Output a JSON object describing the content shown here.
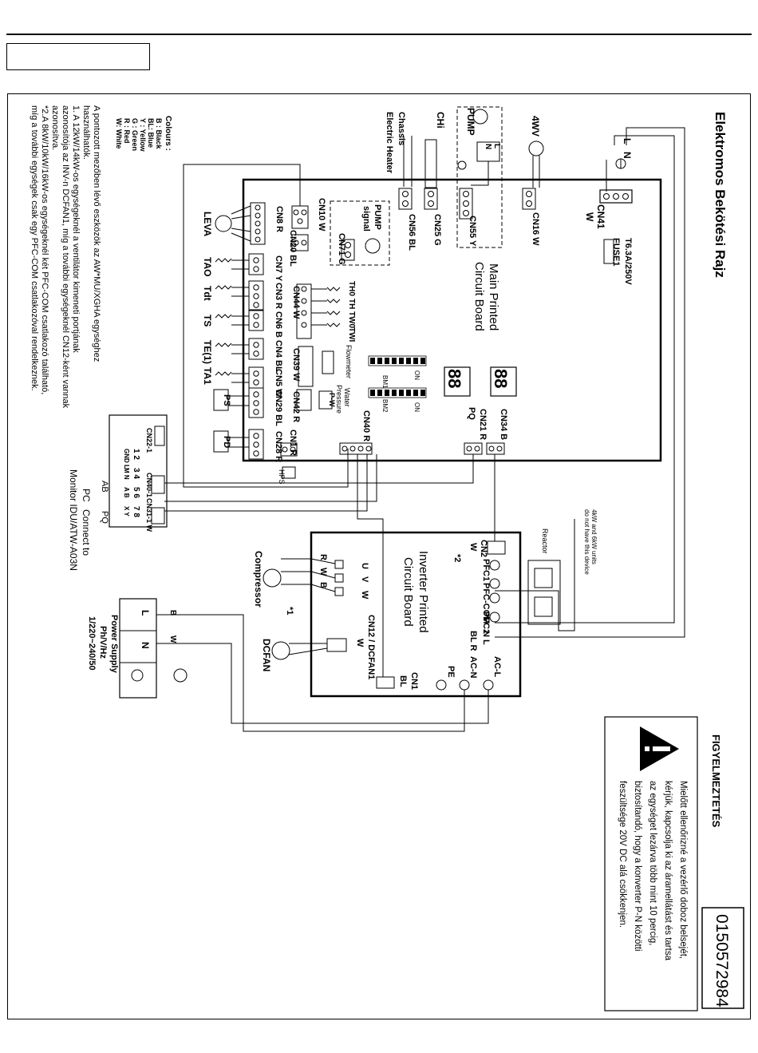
{
  "title": "Elektromos Bekötési Rajz",
  "doc_number": "0150572984",
  "warning": {
    "heading": "FIGYELMEZTETÉS",
    "lines": [
      "Mielőtt ellenőrizné a vezérlő doboz belsejét,",
      "kérjük, kapcsolja ki az áramellátást és tartsa",
      "az egységet lezárva több mint 10 percig,",
      "biztosítandó, hogy a konverter P-N közötti",
      "feszültsége 20V DC alá csökkenjen."
    ]
  },
  "colours": {
    "heading": "Colours :",
    "items": [
      "B : Black",
      "BL: Blue",
      "Y : Yellow",
      "G : Green",
      "R : Red",
      "W: White"
    ]
  },
  "notes": [
    "A pontozott mezőben lévő eszközök az AW*MU/XGHA egységhez",
    "használhatók.",
    "1. A 12kW/14kW-os egységeknél a ventilátor kimeneti portjának",
    "azonosítója az INV-n DCFAN1, míg a további egységeknél CN12-ként vannak",
    "azonosítva.",
    "*2.A 8kW/10kW/16kW-os egységeknél két PFC-COM csatlakozó található,",
    "míg a további egységek csak egy PFC-COM csatlakozóval rendelkeznek."
  ],
  "main_board": {
    "name_line1": "Main Printed",
    "name_line2": "Circuit Board",
    "fuse_rating": "T6.3A/250V",
    "fuse_name": "FUSE1",
    "cn41": "CN41",
    "cn41_color": "W",
    "connectors": {
      "cn16": "CN16 W",
      "cn55": "CN55 Y",
      "cn25": "CN25 G",
      "cn56": "CN56 BL",
      "cn10": "CN10 W",
      "cn20": "CN20 BL",
      "cn71": "CN71 G",
      "cn8": "CN8 R",
      "cn7": "CN7 Y",
      "cn3": "CN3 R",
      "cn6": "CN6 B",
      "cn4": "CN4 BL",
      "cn5": "CN5 W",
      "cn29": "CN29 BL",
      "cn28": "CN28 R",
      "cn44": "CN44 W",
      "cn39": "CN39 W",
      "cn42": "CN42 R",
      "cn1": "CN1 R",
      "cn40": "CN40 R",
      "cn21": "CN21 R",
      "cn21_sub": "PQ",
      "cn34": "CN34 B"
    },
    "bm1": "BM1",
    "bm2": "BM2",
    "on": "ON",
    "display": "88 88",
    "pump_signal_1": "PUMP",
    "pump_signal_2": "signal",
    "flowmeter": "Flowmeter",
    "water_pressure_1": "Water",
    "water_pressure_2": "Pressure",
    "pw": "P-W",
    "thermistors": [
      "TH0",
      "TH",
      "TW0",
      "TWI"
    ],
    "tao": "TAO",
    "tdt": "Tdt",
    "ts": "TS",
    "te": "TE(1)",
    "ta1": "TA1",
    "ps": "PS",
    "pd": "PD",
    "hps": "HPS",
    "leva": "LEVA"
  },
  "left_devices": {
    "l": "L",
    "n": "N",
    "pump": "PUMP",
    "fourwv": "4WV",
    "chi": "CHi",
    "chassis": "Chassis",
    "electric_heater": "Electric Heater"
  },
  "terminal_block": {
    "name": "CN22-1",
    "cn40_1": "CN40-1",
    "cn31_1": "CN31-1 W",
    "row_numbers": [
      "1",
      "2",
      "3",
      "4",
      "5",
      "6",
      "7",
      "8"
    ],
    "row_labels": [
      "GND",
      "L",
      "M",
      "N",
      "A",
      "B",
      "X",
      "Y"
    ],
    "ab": "AB",
    "pq": "PQ",
    "pc": "PC",
    "connect_to": "Connect to",
    "monitor": "Monitor IDU/ATW-A03N"
  },
  "inverter_board": {
    "name_line1": "Inverter Printed",
    "name_line2": "Circuit Board",
    "cn2": "CN2",
    "cn2_color": "W",
    "pfc1": "PFC1",
    "pfc_com": "PFC-COM",
    "pfc2": "PFC2",
    "star2": "*2",
    "star1": "*1",
    "reactor": "Reactor",
    "note_4kw_line1": "4kW and 6kW units",
    "note_4kw_line2": "do not have this device",
    "bl_r": "BL R",
    "n_l": "N  L",
    "pe": "PE",
    "ac_n": "AC-N",
    "ac_l": "AC-L",
    "cn1": "CN1",
    "cn1_color": "BL",
    "cn12": "CN12 / DCFAN1",
    "cn12_color": "W",
    "uvw": [
      "U",
      "V",
      "W"
    ],
    "rwb": [
      "R",
      "W",
      "B"
    ],
    "compressor": "Compressor",
    "dcfan": "DCFAN"
  },
  "power_supply": {
    "l": "L",
    "n": "N",
    "wire_b": "B",
    "wire_w": "W",
    "line1": "Power Supply",
    "line2": "Ph/V/Hz",
    "line3": "1/220~240/50"
  }
}
